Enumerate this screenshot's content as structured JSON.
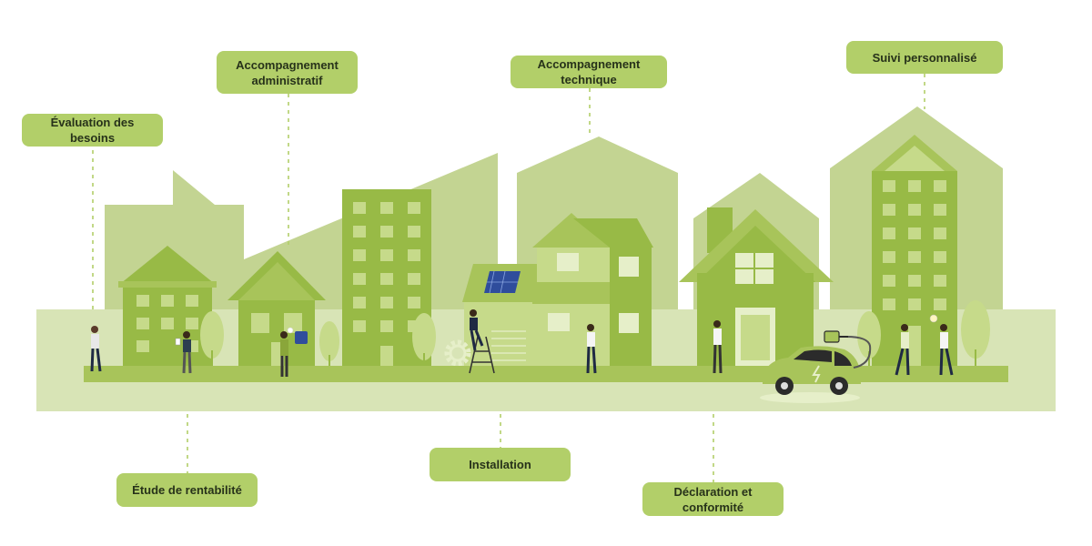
{
  "steps": {
    "evaluation": "Évaluation des besoins",
    "admin": "Accompagnement administratif",
    "technique": "Accompagnement technique",
    "suivi": "Suivi personnalisé",
    "rentabilite": "Étude de rentabilité",
    "installation": "Installation",
    "declaration": "Déclaration et conformité"
  },
  "colors": {
    "label_bg": "#b2cf69",
    "label_text": "#27321a",
    "ground": "#d8e4b6",
    "bg_buildings": "#c3d492",
    "mid_buildings": "#a8c45a",
    "front_buildings": "#98ba46",
    "dark_green": "#7ea23b",
    "window": "#c6da8a",
    "light_window": "#e6efc9",
    "connector": "#b2cf69"
  },
  "icons": [
    "solar-panel-icon",
    "electric-car-icon",
    "plug-icon",
    "gear-icon",
    "lightbulb-icon",
    "thumbs-up-icon",
    "tree-icon",
    "ladder-icon"
  ]
}
